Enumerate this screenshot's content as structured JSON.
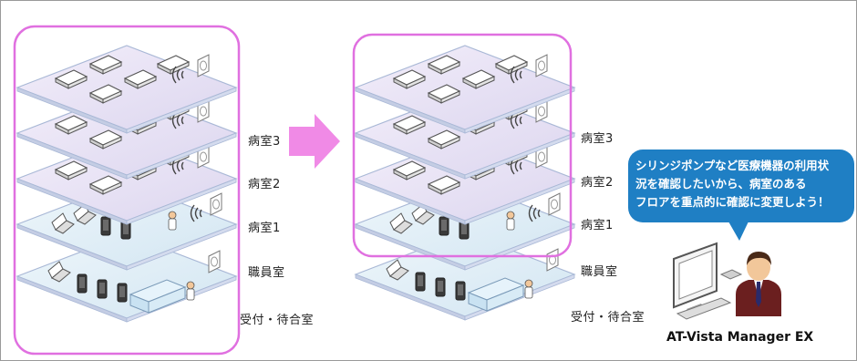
{
  "left_building": {
    "floors": [
      "病室3",
      "病室2",
      "病室1",
      "職員室",
      "受付・待合室"
    ]
  },
  "right_building": {
    "floors": [
      "病室3",
      "病室2",
      "病室1",
      "職員室",
      "受付・待合室"
    ]
  },
  "callout": {
    "lines": [
      "シリンジポンプなど医療機器の利用状",
      "況を確認したいから、病室のある",
      "フロアを重点的に確認に変更しよう！"
    ]
  },
  "product": {
    "name": "AT-Vista Manager EX"
  },
  "colors": {
    "highlight_border": "#e070e0",
    "arrow": "#f08ae6",
    "callout_fill": "#1f7fc4",
    "floor_fill": "#e8e0f4",
    "floor_edge": "#a9b8d6"
  },
  "icons": [
    "bed-icon",
    "wifi-icon",
    "access-point-icon",
    "laptop-icon",
    "smartphone-icon",
    "staff-person-icon",
    "reception-desk-icon",
    "arrow-icon",
    "monitor-icon",
    "user-avatar-icon"
  ]
}
